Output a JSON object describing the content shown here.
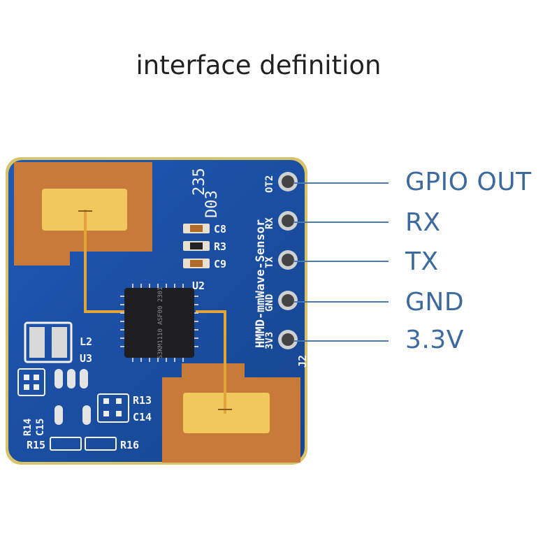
{
  "title": "interface definition",
  "pins": [
    {
      "label": "GPIO OUT",
      "silk": "OT2"
    },
    {
      "label": "RX",
      "silk": "RX"
    },
    {
      "label": "TX",
      "silk": "TX"
    },
    {
      "label": "GND",
      "silk": "GND"
    },
    {
      "label": "3.3V",
      "silk": "3V3"
    }
  ],
  "silkscreen": {
    "sensor_name": "HMMD-mmWave-Sensor",
    "batch": "D03",
    "code": "235",
    "connector": "J2",
    "parts": [
      "C8",
      "R3",
      "C9",
      "U2",
      "L2",
      "U3",
      "R13",
      "C14",
      "R14",
      "C15",
      "R15",
      "R16"
    ],
    "chip_marking": "S3KM1110 ASF00 2301"
  },
  "colors": {
    "board": "#1a4fa8",
    "copper": "#c87a3a",
    "pad": "#f2c75c",
    "label": "#3d6a9e",
    "leader": "#4a7ab0"
  }
}
